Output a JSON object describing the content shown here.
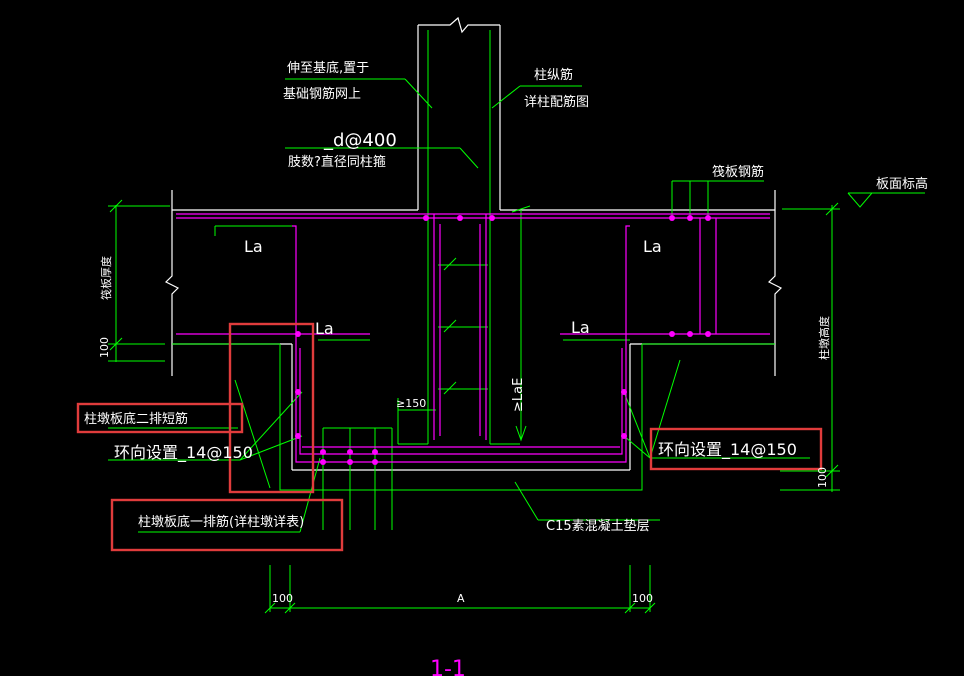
{
  "labels": {
    "anchor_note_1": "伸至基底,置于",
    "anchor_note_2": "基础钢筋网上",
    "col_long_bar": "柱纵筋",
    "col_long_bar_ref": "详柱配筋图",
    "stirrup_spacing": "_d@400",
    "stirrup_note": "肢数?直径同柱箍",
    "raft_bar": "筏板钢筋",
    "slab_top_level": "板面标高",
    "raft_thickness": "筏板厚度",
    "pier_height": "柱墩高度",
    "la_1": "La",
    "la_2": "La",
    "la_3": "La",
    "la_4": "La",
    "lae": "≥LaE",
    "dim_150": "≥150",
    "dim_100_left": "100",
    "dim_100_right": "100",
    "pier_second_row": "柱墩板底二排短筋",
    "ring_left": "环向设置_14@150",
    "ring_right": "环向设置_14@150",
    "pier_first_row": "柱墩板底一排筋(详柱墩详表)",
    "bedding": "C15素混凝土垫层",
    "dim_b_100_left": "100",
    "dim_b_a": "A",
    "dim_b_100_right": "100",
    "section_title": "1-1"
  },
  "colors": {
    "green": "#00ff00",
    "magenta": "#ff00ff",
    "white": "#ffffff",
    "highlight": "#e03c3c",
    "background": "#000000"
  }
}
